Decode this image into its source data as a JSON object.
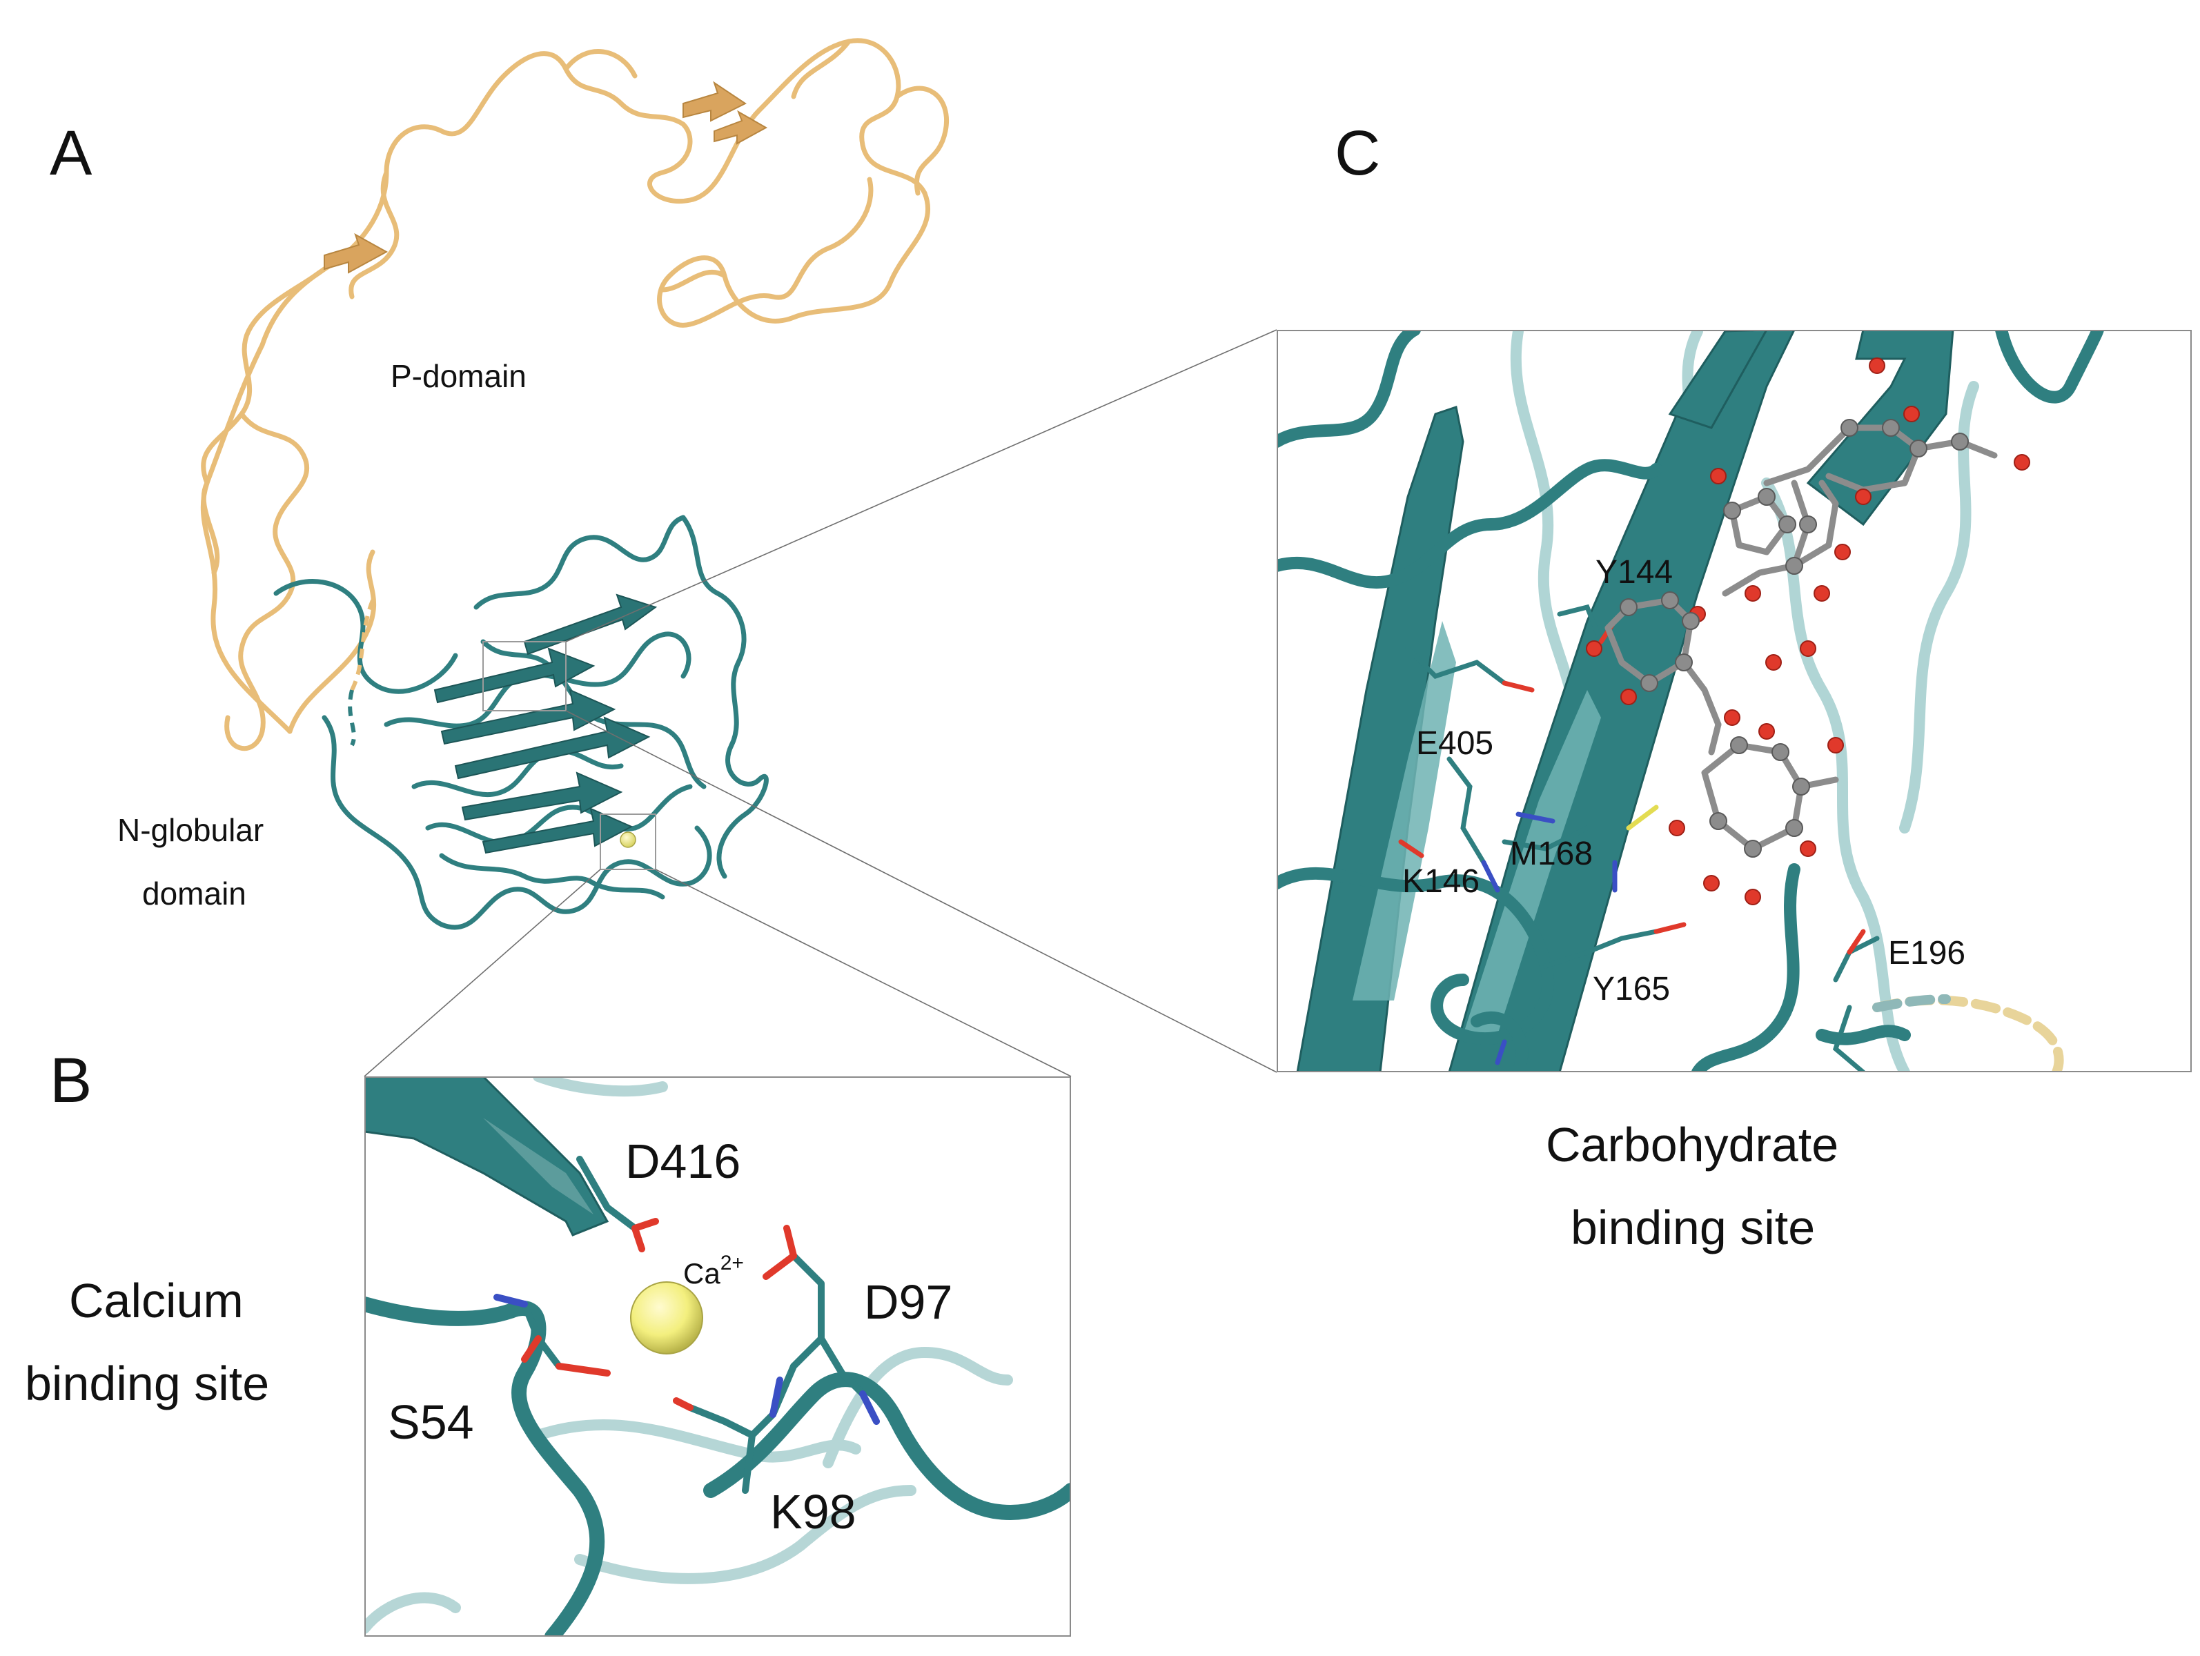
{
  "panels": {
    "A": {
      "letter": "A",
      "p_domain_label": "P-domain",
      "n_domain_label_line1": "N-globular",
      "n_domain_label_line2": "domain"
    },
    "B": {
      "letter": "B",
      "caption_line1": "Calcium",
      "caption_line2": "binding site",
      "residues": [
        "D416",
        "D97",
        "S54",
        "K98"
      ],
      "ion_label": "Ca",
      "ion_charge": "2+"
    },
    "C": {
      "letter": "C",
      "caption_line1": "Carbohydrate",
      "caption_line2": "binding site",
      "residues": [
        "Y144",
        "E405",
        "M168",
        "K146",
        "Y165",
        "E196"
      ]
    }
  },
  "colors": {
    "p_domain": "#e8bd78",
    "n_domain": "#2f7f80",
    "n_domain_light": "#7fbcbc",
    "carbon_grey": "#8c8c8c",
    "oxygen": "#e0392b",
    "nitrogen": "#3a4fc4",
    "sulfur": "#e3dc52",
    "calcium": "#f3ef7e"
  }
}
